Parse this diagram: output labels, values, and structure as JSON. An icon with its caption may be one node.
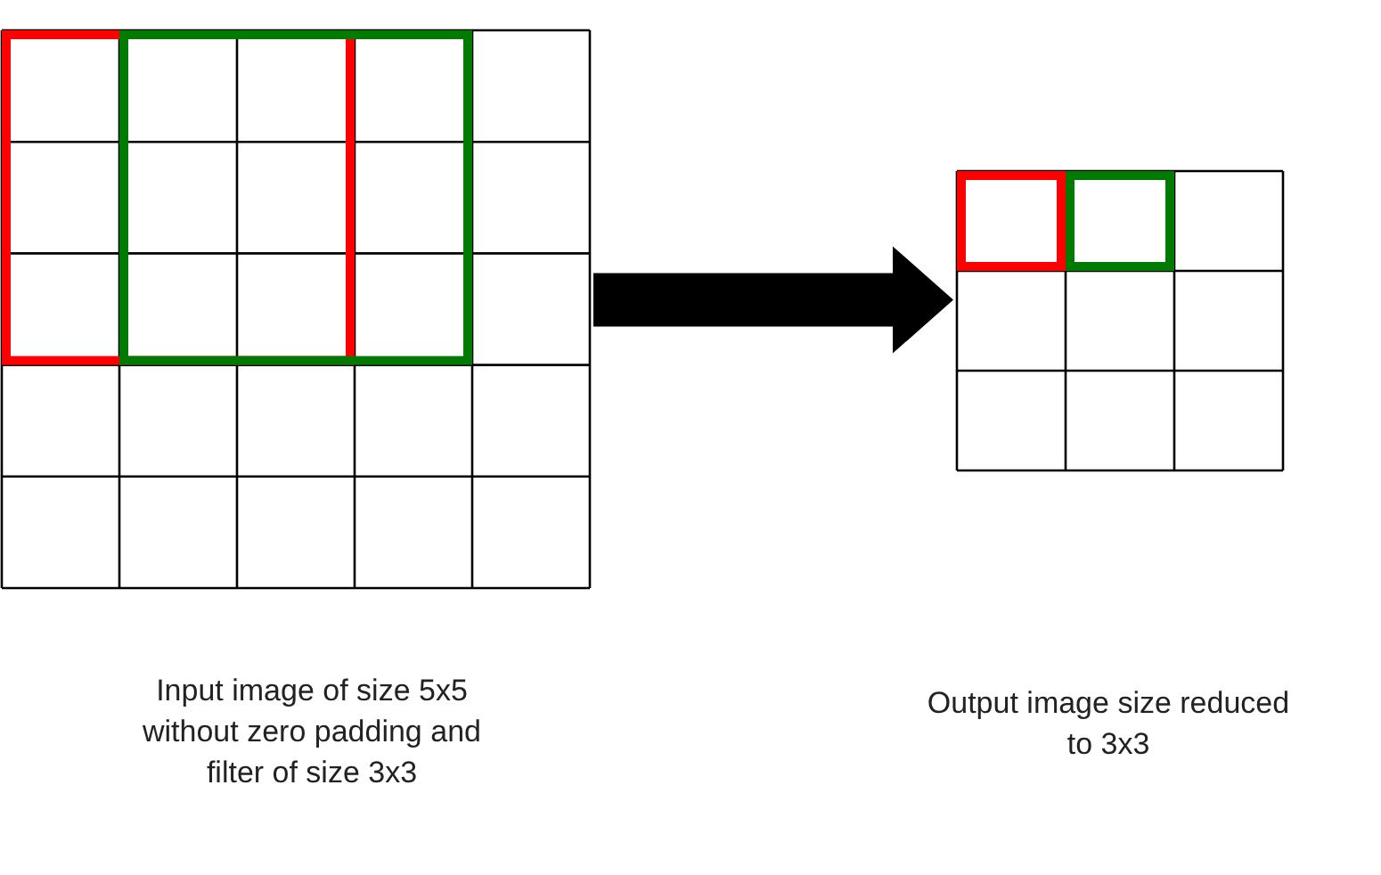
{
  "diagram": {
    "nodes": [
      {
        "text": [],
        "shape": "picture"
      },
      {
        "text": [],
        "shape": "picture"
      }
    ],
    "edges": [
      {
        "from": 0,
        "to": 1,
        "arrow": "to"
      }
    ],
    "labels": [
      "Input image of size 5x5 without zero padding and filter of size 3x3",
      "Output image size reduced to 3x3"
    ]
  }
}
